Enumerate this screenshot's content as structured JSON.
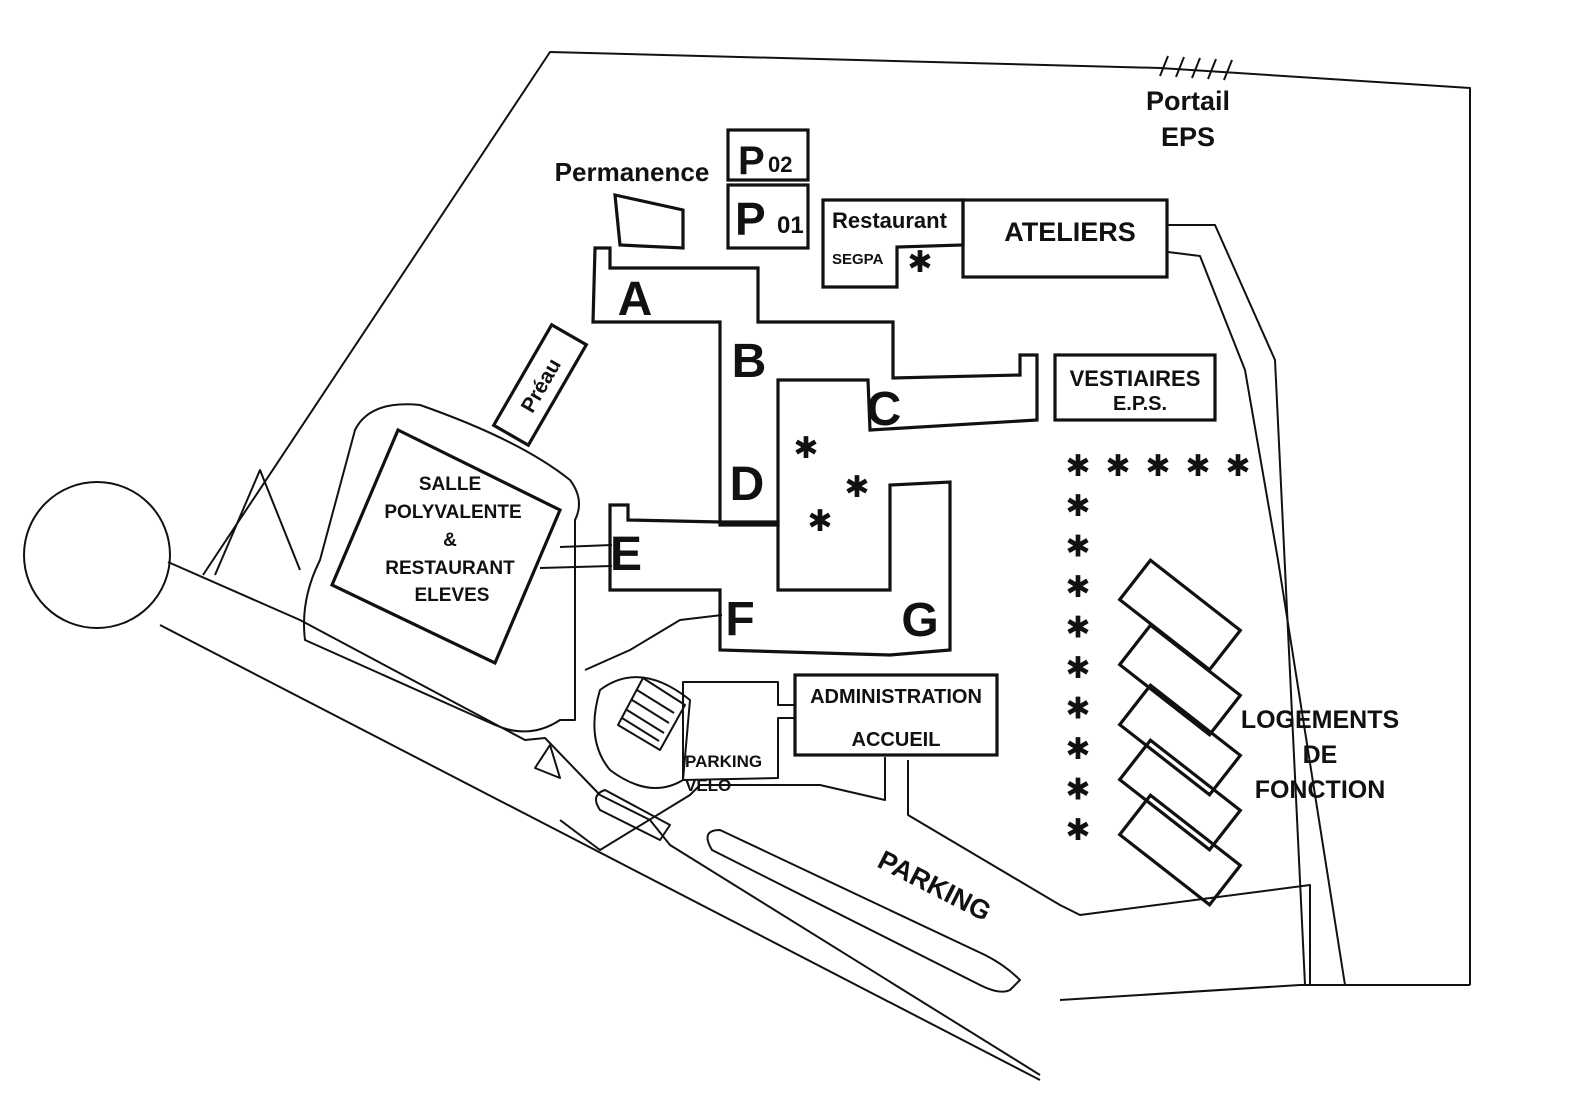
{
  "map": {
    "labels": {
      "portail": "Portail",
      "eps": "EPS",
      "permanence": "Permanence",
      "p02_letter": "P",
      "p02_num": "02",
      "p01_letter": "P",
      "p01_num": "01",
      "restaurant": "Restaurant",
      "segpa": "SEGPA",
      "ateliers": "ATELIERS",
      "vestiaires": "VESTIAIRES",
      "vestiaires_eps": "E.P.S.",
      "preau": "Préau",
      "salle_1": "SALLE",
      "salle_2": "POLYVALENTE",
      "salle_3": "&",
      "salle_4": "RESTAURANT",
      "salle_5": "ELEVES",
      "administration": "ADMINISTRATION",
      "accueil": "ACCUEIL",
      "parking_velo_1": "PARKING",
      "parking_velo_2": "VELO",
      "parking": "PARKING",
      "logements_1": "LOGEMENTS",
      "logements_2": "DE",
      "logements_3": "FONCTION"
    },
    "buildings": {
      "a": "A",
      "b": "B",
      "c": "C",
      "d": "D",
      "e": "E",
      "f": "F",
      "g": "G"
    },
    "tree_symbol": "✱",
    "line_color": "#111111",
    "background": "#ffffff"
  }
}
